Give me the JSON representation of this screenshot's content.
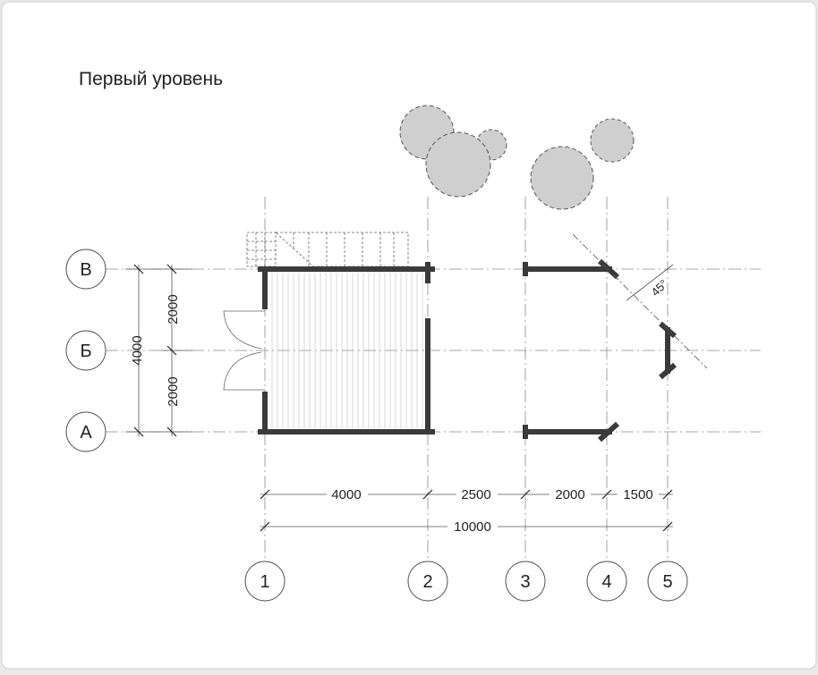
{
  "plan": {
    "title": "Первый уровень",
    "rows": [
      {
        "label": "В"
      },
      {
        "label": "Б"
      },
      {
        "label": "А"
      }
    ],
    "cols": [
      {
        "label": "1"
      },
      {
        "label": "2"
      },
      {
        "label": "3"
      },
      {
        "label": "4"
      },
      {
        "label": "5"
      }
    ],
    "dims_horizontal": [
      "4000",
      "2500",
      "2000",
      "1500"
    ],
    "dim_total": "10000",
    "dims_vertical": [
      "2000",
      "2000"
    ],
    "dim_vertical_total": "4000",
    "angle_label": "45°"
  }
}
